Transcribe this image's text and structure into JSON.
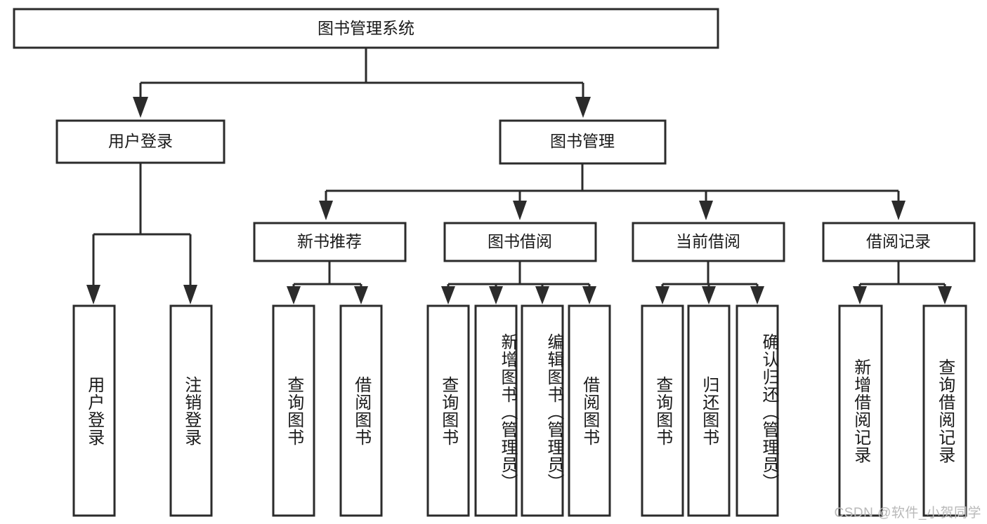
{
  "diagram": {
    "title": "图书管理系统",
    "type": "tree-hierarchy-diagram",
    "watermark": "CSDN @软件_小贺同学",
    "colors": {
      "stroke": "#2b2b2b",
      "fill": "#ffffff",
      "text": "#1a1a1a",
      "watermark": "#b9b9b9"
    },
    "nodes": {
      "root": {
        "label": "图书管理系统"
      },
      "level2": [
        {
          "id": "user-login",
          "label": "用户登录"
        },
        {
          "id": "book-manage",
          "label": "图书管理"
        }
      ],
      "level3": [
        {
          "id": "new-book-recommend",
          "label": "新书推荐"
        },
        {
          "id": "book-borrow",
          "label": "图书借阅"
        },
        {
          "id": "current-borrow",
          "label": "当前借阅"
        },
        {
          "id": "borrow-record",
          "label": "借阅记录"
        }
      ],
      "leaves": {
        "user-login": [
          {
            "id": "leaf-user-login",
            "label": "用户登录"
          },
          {
            "id": "leaf-logout-login",
            "label": "注销登录"
          }
        ],
        "new-book-recommend": [
          {
            "id": "leaf-query-book-1",
            "label": "查询图书"
          },
          {
            "id": "leaf-borrow-book-1",
            "label": "借阅图书"
          }
        ],
        "book-borrow": [
          {
            "id": "leaf-query-book-2",
            "label": "查询图书"
          },
          {
            "id": "leaf-add-book",
            "label": "新增图书（管理员）"
          },
          {
            "id": "leaf-edit-book",
            "label": "编辑图书（管理员）"
          },
          {
            "id": "leaf-borrow-book-2",
            "label": "借阅图书"
          }
        ],
        "current-borrow": [
          {
            "id": "leaf-query-book-3",
            "label": "查询图书"
          },
          {
            "id": "leaf-return-book",
            "label": "归还图书"
          },
          {
            "id": "leaf-confirm-return",
            "label": "确认归还（管理员）"
          }
        ],
        "borrow-record": [
          {
            "id": "leaf-add-record",
            "label": "新增借阅记录"
          },
          {
            "id": "leaf-query-record",
            "label": "查询借阅记录"
          }
        ]
      }
    }
  }
}
